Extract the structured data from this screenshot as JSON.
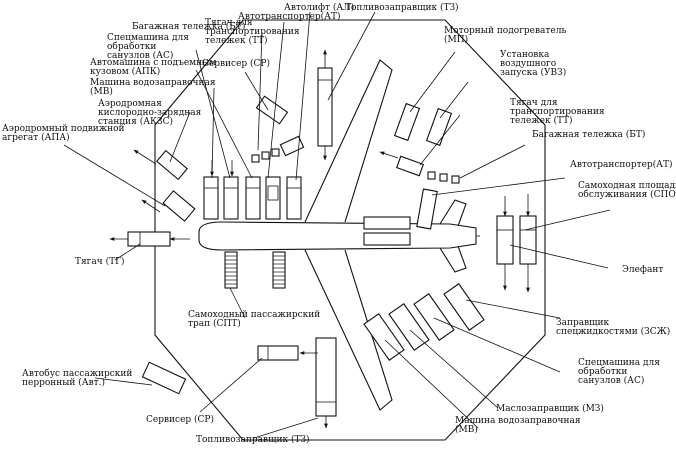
{
  "labels": {
    "l01": [
      "Топливозаправщик (ТЗ)"
    ],
    "l02": [
      "Автолифт (АЛ)"
    ],
    "l03": [
      "Автотранспортер(АТ)"
    ],
    "l04": [
      "Багажная тележка (БТ)"
    ],
    "l05": [
      "Тягач для",
      "транспортирования",
      "тележек (ТТ)"
    ],
    "l06": [
      "Спецмашина для",
      "обработки",
      "санузлов (АС)"
    ],
    "l07": [
      "Автомашина с подъемным",
      "кузовом (АПК)"
    ],
    "l08": [
      "Сервисер (СР)"
    ],
    "l09": [
      "Машина водозаправочная",
      "(МВ)"
    ],
    "l10": [
      "Аэродромная",
      "кислородно-зарядная",
      "станция (АКЗС)"
    ],
    "l11": [
      "Аэродромный подвижной",
      "агрегат (АПА)"
    ],
    "l12": [
      "Моторный подогреватель",
      "(МП)"
    ],
    "l13": [
      "Установка",
      "воздушного",
      "запуска (УВЗ)"
    ],
    "l14": [
      "Тягач для",
      "транспортирования",
      "тележек (ТТ)"
    ],
    "l15": [
      "Багажная тележка (БТ)"
    ],
    "l16": [
      "Автотранспортер(АТ)"
    ],
    "l17": [
      "Самоходная площадка",
      "обслуживания (СПО)"
    ],
    "l18": [
      "Элефант"
    ],
    "l19": [
      "Тягач (ТГ)"
    ],
    "l20": [
      "Самоходный пассажирский",
      "трап (СПТ)"
    ],
    "l21": [
      "Заправщик",
      "спецжидкостями (ЗСЖ)"
    ],
    "l22": [
      "Спецмашина для",
      "обработки",
      "санузлов (АС)"
    ],
    "l23": [
      "Маслозаправщик (МЗ)"
    ],
    "l24": [
      "Машина водозаправочная",
      "(МВ)"
    ],
    "l25": [
      "Автобус пассажирский",
      "перронный (Авт.)"
    ],
    "l26": [
      "Сервисер (СР)"
    ],
    "l27": [
      "Топливозаправщик (ТЗ)"
    ]
  }
}
